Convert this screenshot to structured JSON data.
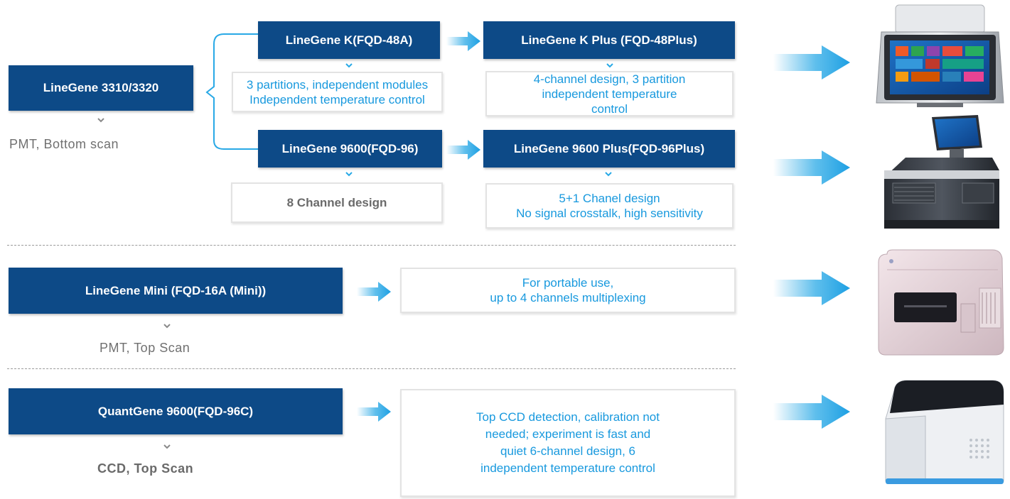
{
  "section1": {
    "main": {
      "label": "LineGene 3310/3320",
      "note": "PMT, Bottom scan"
    },
    "k": {
      "label": "LineGene K(FQD-48A)",
      "desc": "3 partitions, independent modules\nIndependent temperature control"
    },
    "kplus": {
      "label": "LineGene K Plus  (FQD-48Plus)",
      "desc": "4-channel design, 3 partition\nindependent temperature\ncontrol"
    },
    "g9600": {
      "label": "LineGene 9600(FQD-96)",
      "desc": "8 Channel design"
    },
    "g9600plus": {
      "label": "LineGene 9600 Plus(FQD-96Plus)",
      "desc": "5+1 Chanel design\nNo signal crosstalk, high sensitivity"
    }
  },
  "section2": {
    "main": {
      "label": "LineGene Mini (FQD-16A (Mini))",
      "note": "PMT, Top Scan"
    },
    "desc": "For portable use,\nup to 4 channels multiplexing"
  },
  "section3": {
    "main": {
      "label": "QuantGene 9600(FQD-96C)",
      "note": "CCD, Top Scan"
    },
    "desc": "Top CCD detection, calibration not\nneeded; experiment is fast and\nquiet 6-channel design, 6\nindependent temperature control"
  },
  "colors": {
    "box_blue": "#0d4a87",
    "text_cyan": "#1899de",
    "arrow_cyan": "#29a9e6"
  }
}
